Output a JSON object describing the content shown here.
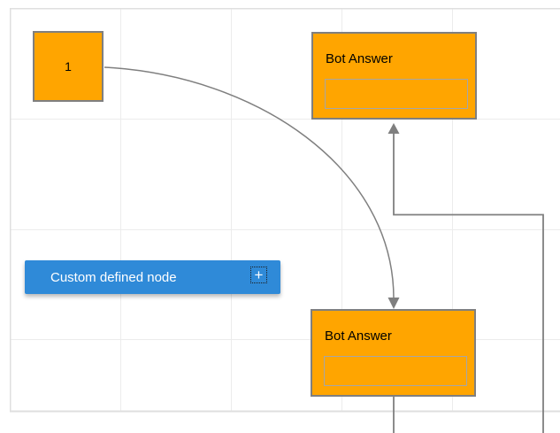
{
  "colors": {
    "canvas_bg": "#ffffff",
    "grid_line": "#ececec",
    "grid_border": "#dfdfdf",
    "node_fill": "#ffa500",
    "node_border": "#7f7f7f",
    "node_text": "#000000",
    "inner_box_border": "#a6a6a6",
    "connector": "#7f7f7f",
    "palette_blue": "#2f8ad8",
    "palette_text": "#ffffff"
  },
  "nodes": {
    "start": {
      "label": "1"
    },
    "bot_top": {
      "title": "Bot Answer",
      "field_value": ""
    },
    "bot_bottom": {
      "title": "Bot Answer",
      "field_value": ""
    }
  },
  "palette": {
    "custom_node_label": "Custom defined node",
    "add_icon_glyph": "+"
  }
}
